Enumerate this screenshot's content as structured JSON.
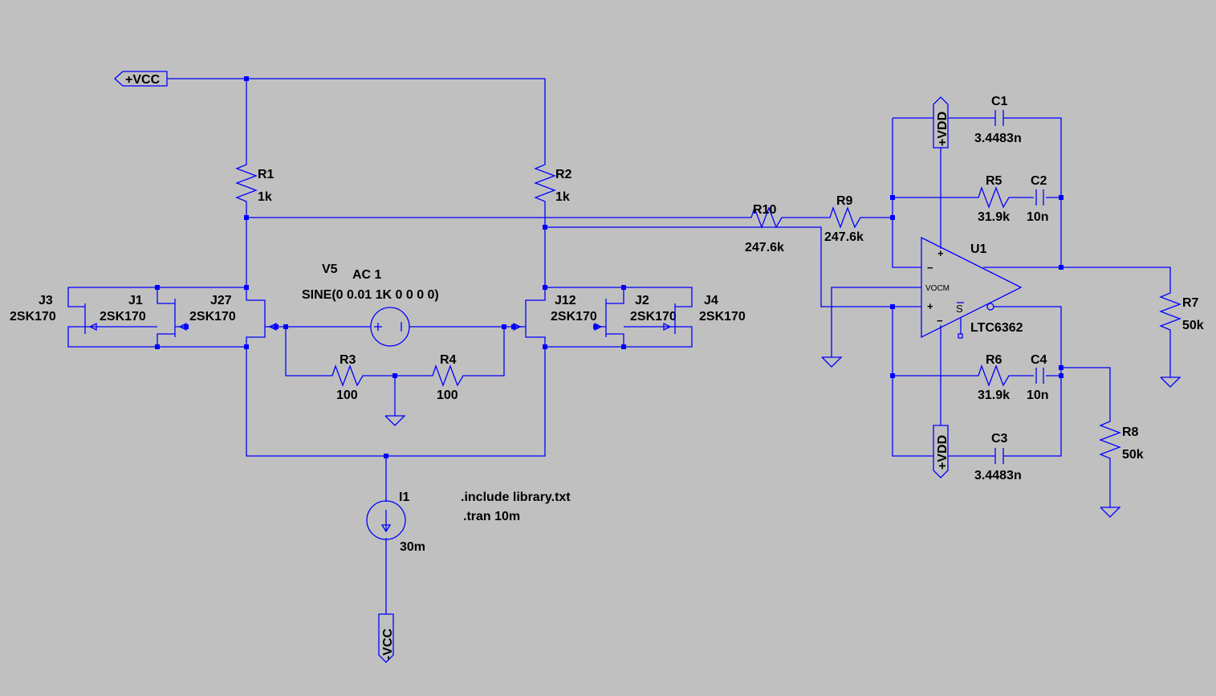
{
  "colors": {
    "background": "#c0c0c0",
    "wire": "#0000ff",
    "text": "#000000"
  },
  "nets": {
    "vcc_pos": "+VCC",
    "vcc_neg": "-VCC",
    "vdd_top": "+VDD",
    "vdd_bottom": "+VDD"
  },
  "components": {
    "R1": {
      "name": "R1",
      "value": "1k"
    },
    "R2": {
      "name": "R2",
      "value": "1k"
    },
    "R3": {
      "name": "R3",
      "value": "100"
    },
    "R4": {
      "name": "R4",
      "value": "100"
    },
    "R5": {
      "name": "R5",
      "value": "31.9k"
    },
    "R6": {
      "name": "R6",
      "value": "31.9k"
    },
    "R7": {
      "name": "R7",
      "value": "50k"
    },
    "R8": {
      "name": "R8",
      "value": "50k"
    },
    "R9": {
      "name": "R9",
      "value": "247.6k"
    },
    "R10": {
      "name": "R10",
      "value": "247.6k"
    },
    "C1": {
      "name": "C1",
      "value": "3.4483n"
    },
    "C2": {
      "name": "C2",
      "value": "10n"
    },
    "C3": {
      "name": "C3",
      "value": "3.4483n"
    },
    "C4": {
      "name": "C4",
      "value": "10n"
    },
    "J1": {
      "name": "J1",
      "value": "2SK170"
    },
    "J2": {
      "name": "J2",
      "value": "2SK170"
    },
    "J3": {
      "name": "J3",
      "value": "2SK170"
    },
    "J4": {
      "name": "J4",
      "value": "2SK170"
    },
    "J12": {
      "name": "J12",
      "value": "2SK170"
    },
    "J27": {
      "name": "J27",
      "value": "2SK170"
    },
    "V5": {
      "name": "V5",
      "ac": "AC 1",
      "value": "SINE(0 0.01 1K 0 0 0 0)"
    },
    "I1": {
      "name": "I1",
      "value": "30m"
    },
    "U1": {
      "name": "U1",
      "value": "LTC6362",
      "pin_vocm": "VOCM",
      "pin_shdn": "S"
    }
  },
  "directives": [
    ".include library.txt",
    ".tran 10m"
  ]
}
